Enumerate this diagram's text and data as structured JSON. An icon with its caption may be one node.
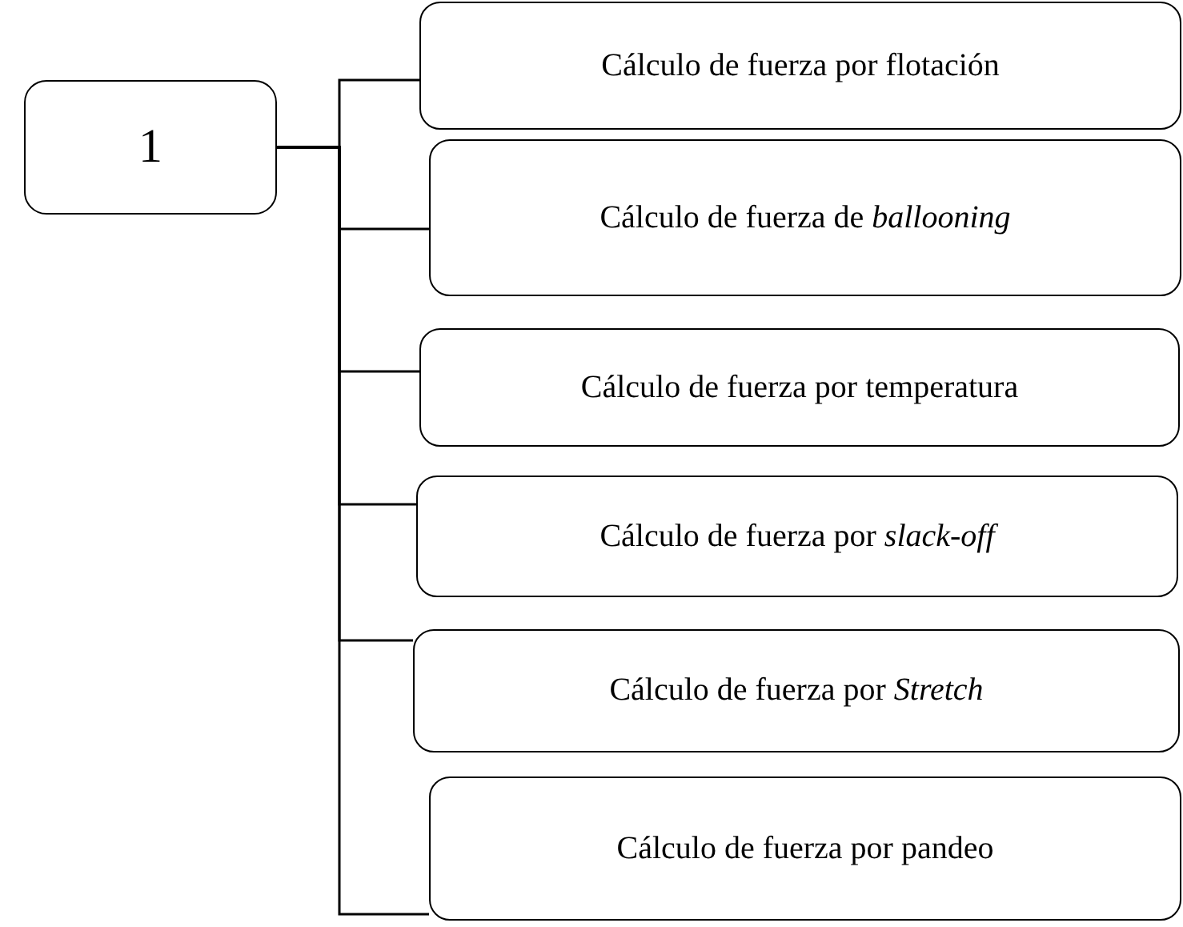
{
  "diagram": {
    "nodes": [
      {
        "text": [
          "1"
        ]
      },
      {
        "text": [
          "Cálculo de fuerza por flotación"
        ]
      },
      {
        "text": [
          "Cálculo de fuerza de *ballooning*"
        ]
      },
      {
        "text": [
          "Cálculo de fuerza por temperatura"
        ]
      },
      {
        "text": [
          "Cálculo de fuerza por *slack-off*"
        ]
      },
      {
        "text": [
          "Cálculo de fuerza por *Stretch*"
        ]
      },
      {
        "text": [
          "Cálculo de fuerza por pandeo"
        ]
      }
    ],
    "edges": [
      {
        "from": 0,
        "to": 1,
        "arrow": "none"
      },
      {
        "from": 0,
        "to": 2,
        "arrow": "none"
      },
      {
        "from": 0,
        "to": 3,
        "arrow": "none"
      },
      {
        "from": 0,
        "to": 4,
        "arrow": "none"
      },
      {
        "from": 0,
        "to": 5,
        "arrow": "none"
      },
      {
        "from": 0,
        "to": 6,
        "arrow": "none"
      }
    ]
  }
}
